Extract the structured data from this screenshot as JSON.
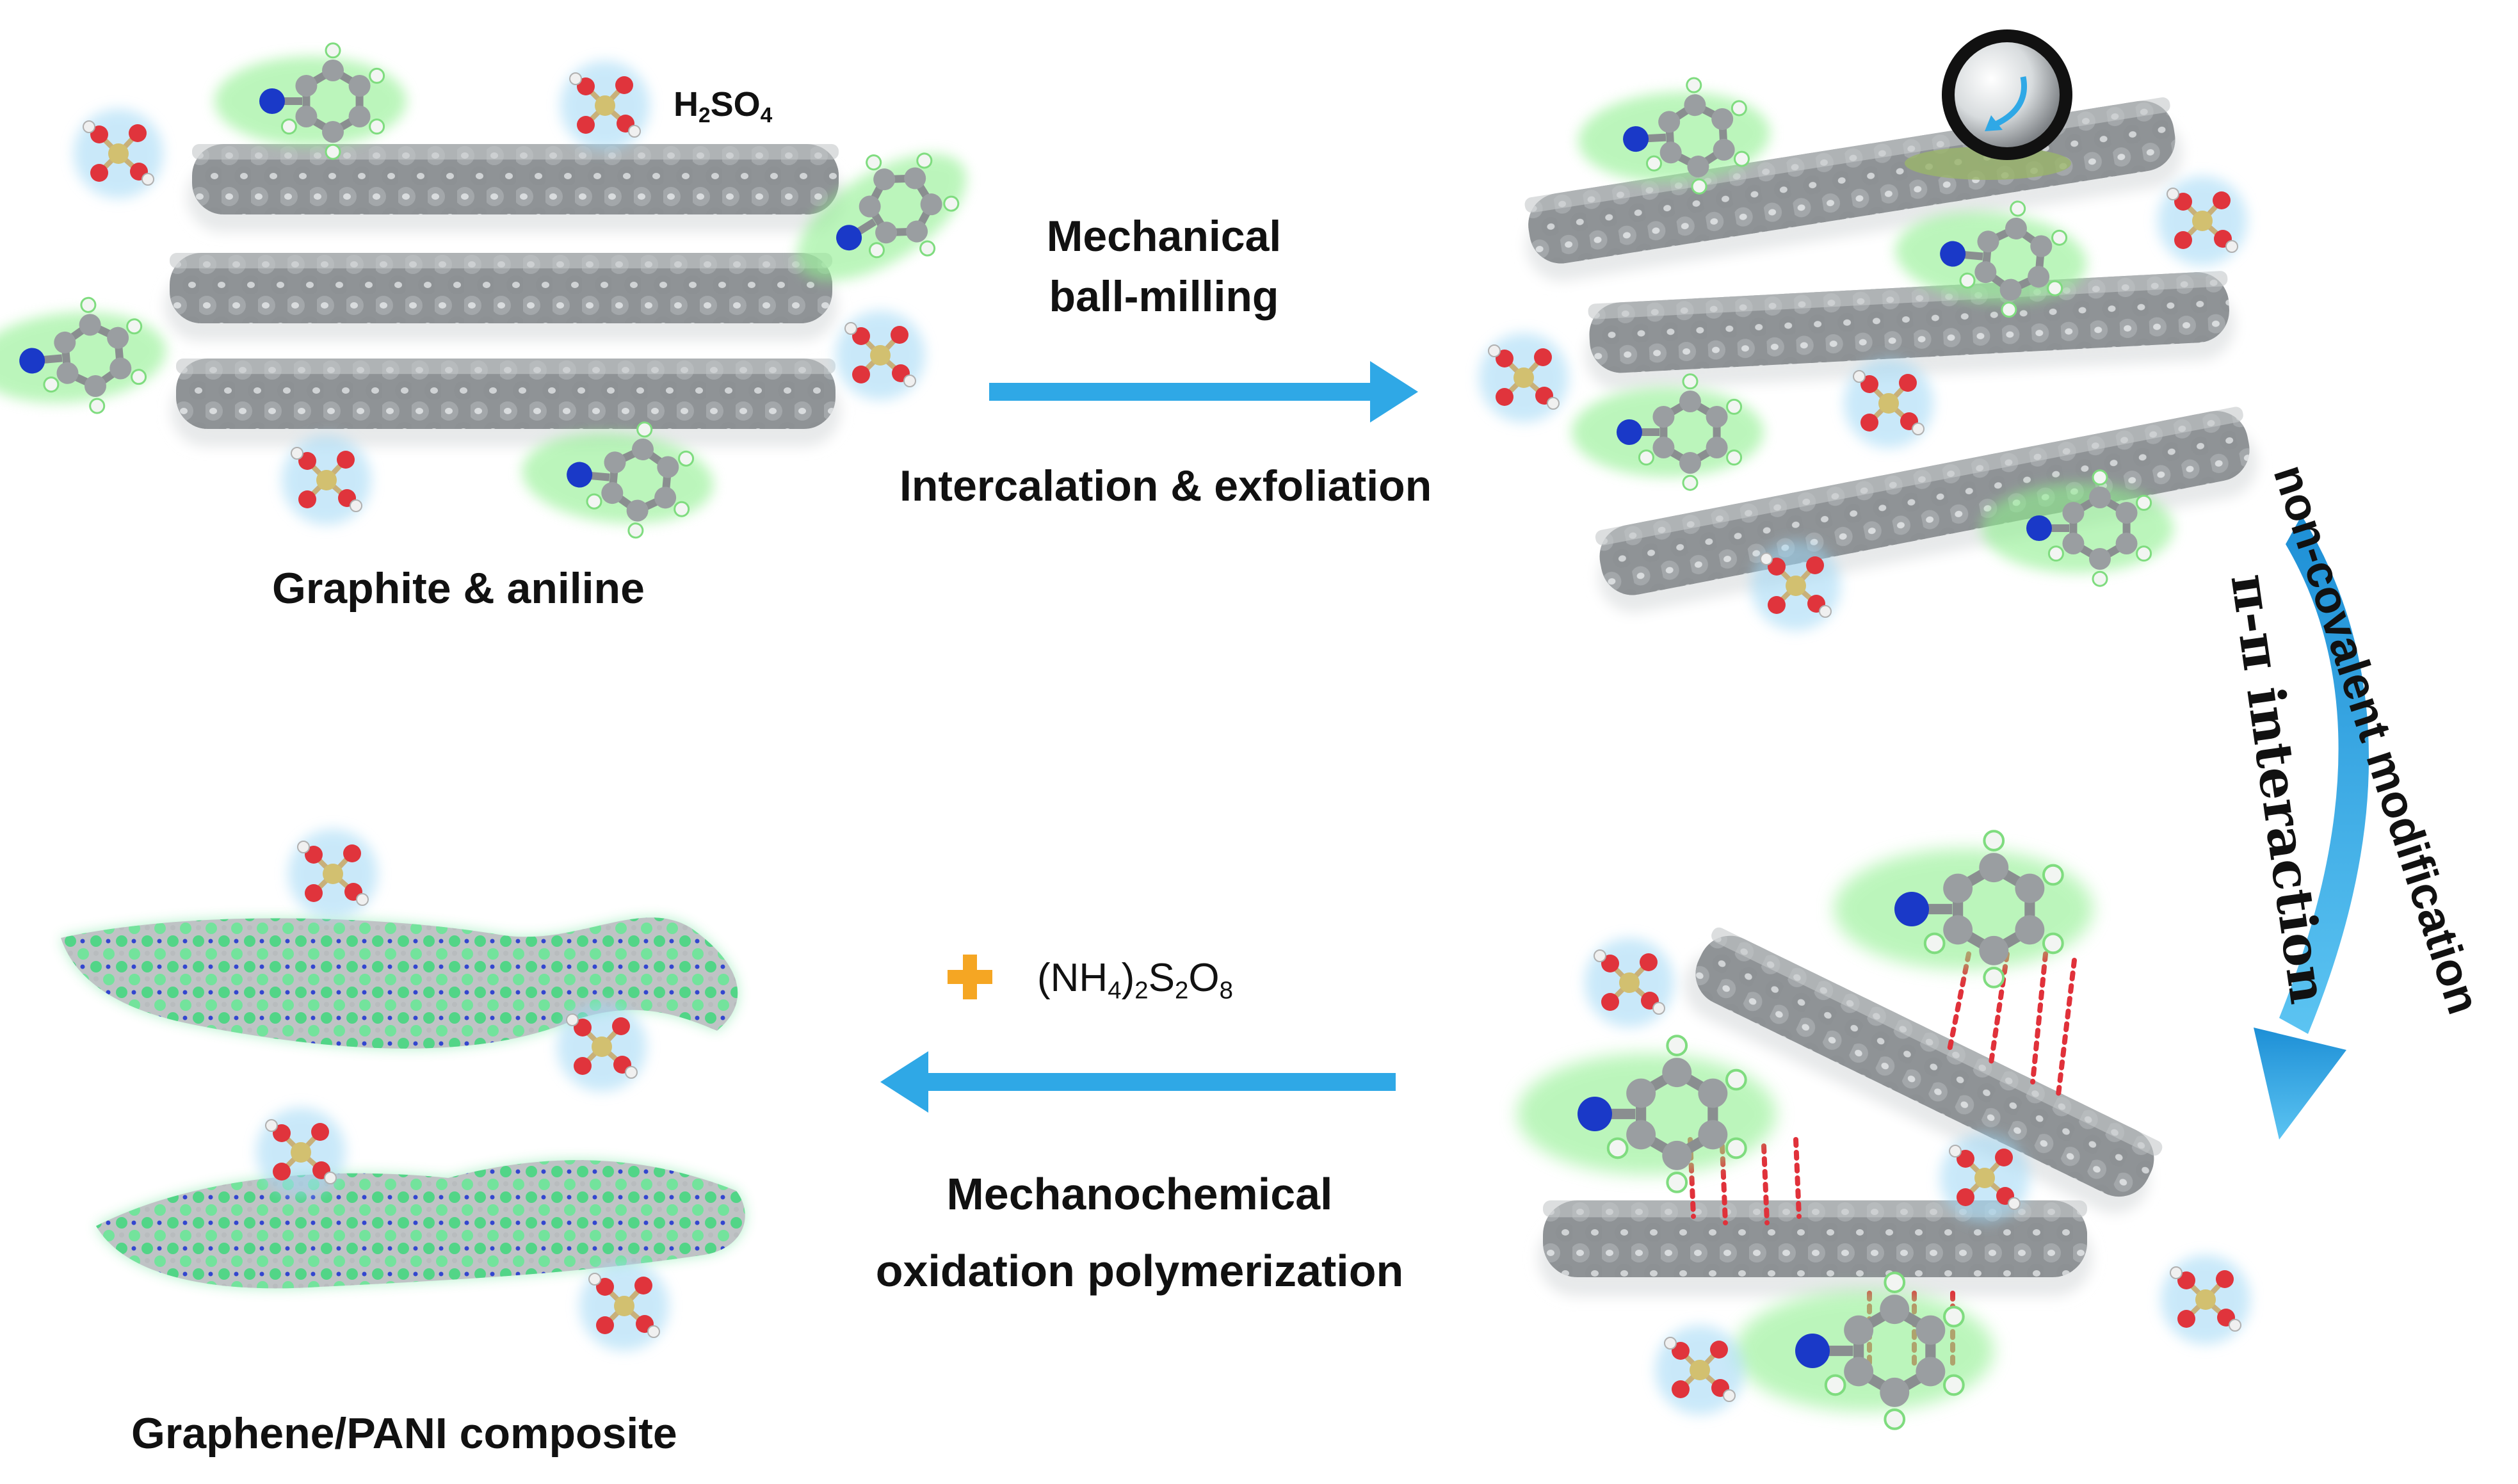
{
  "labels": {
    "h2so4_pre": "H",
    "h2so4_sub1": "2",
    "h2so4_mid": "SO",
    "h2so4_sub2": "4",
    "graphite_aniline": "Graphite & aniline",
    "mechanical": "Mechanical",
    "ball_milling": "ball-milling",
    "intercalation": "Intercalation & exfoliation",
    "non_covalent": "non-covalent modification",
    "pi_pi": "π-π interaction",
    "aps_a": "(NH",
    "aps_b": "4",
    "aps_c": ")",
    "aps_d": "2",
    "aps_e": "S",
    "aps_f": "2",
    "aps_g": "O",
    "aps_h": "8",
    "mechanochemical": "Mechanochemical",
    "oxidation_polymerization": "oxidation polymerization",
    "composite": "Graphene/PANI composite"
  },
  "colors": {
    "arrow_blue": "#2fa8e6",
    "sheet_gray": "#8f9396",
    "aniline_glow": "#8ff08f",
    "acid_glow": "#9ed7f5",
    "pani_green": "#55e08a",
    "plus_orange": "#f5a623",
    "pi_dots": "#e0313a"
  }
}
